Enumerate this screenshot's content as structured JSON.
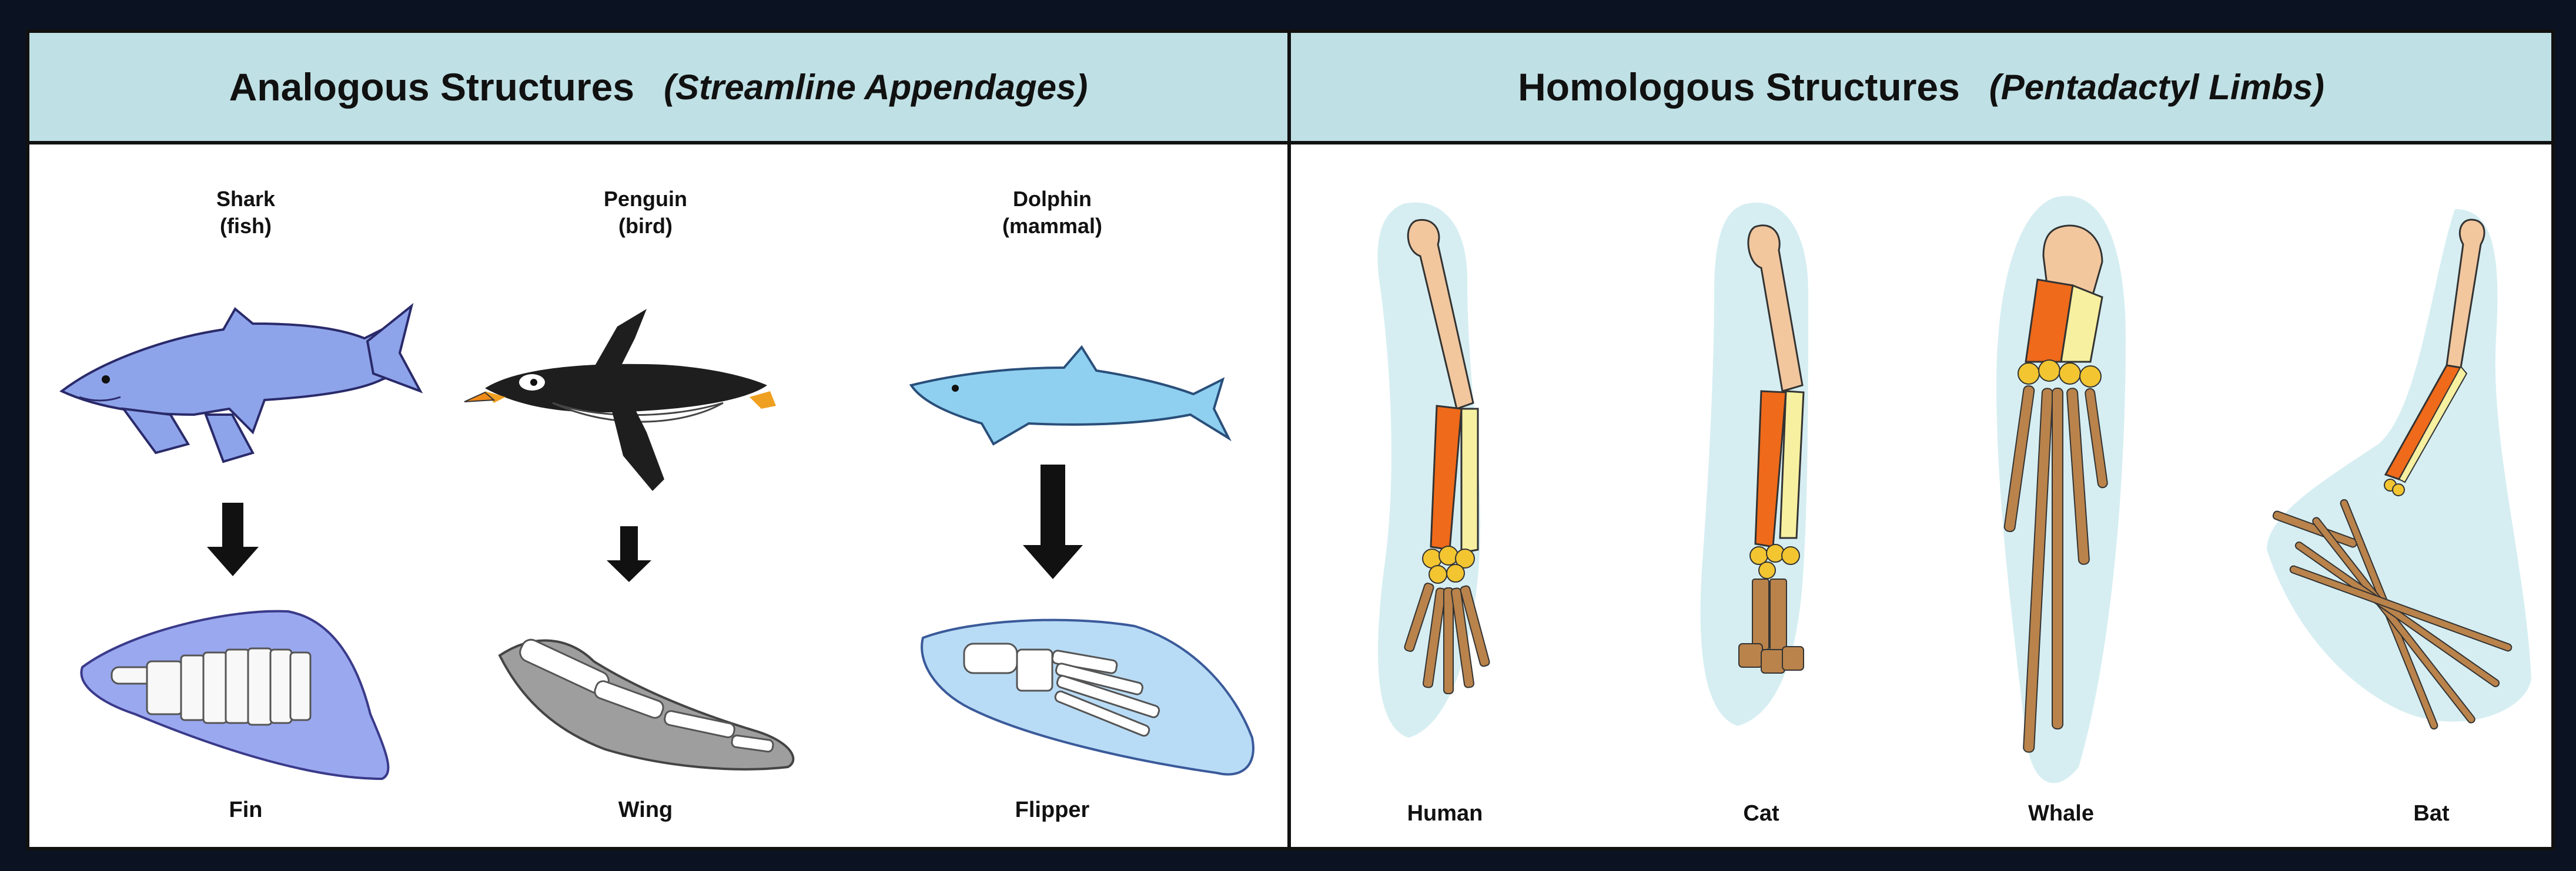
{
  "analogous": {
    "title": "Analogous Structures",
    "subtitle": "(Streamline Appendages)",
    "animals": [
      {
        "name": "Shark",
        "group": "(fish)",
        "structure": "Fin"
      },
      {
        "name": "Penguin",
        "group": "(bird)",
        "structure": "Wing"
      },
      {
        "name": "Dolphin",
        "group": "(mammal)",
        "structure": "Flipper"
      }
    ]
  },
  "homologous": {
    "title": "Homologous Structures",
    "subtitle": "(Pentadactyl Limbs)",
    "limbs": [
      {
        "name": "Human"
      },
      {
        "name": "Cat"
      },
      {
        "name": "Whale"
      },
      {
        "name": "Bat"
      }
    ]
  },
  "colors": {
    "header_bg": "#bfe0e4",
    "humerus": "#f2c79e",
    "radius": "#ef6a1a",
    "ulna": "#f6f0a0",
    "carpals": "#f2c531",
    "phalanges": "#b9834b",
    "limb_halo": "#d6eef2",
    "shark": "#8ea4ea",
    "dolphin": "#8fd0f0",
    "fin_bg": "#9aa8f0",
    "wing_bg": "#9e9e9e",
    "flipper_bg": "#b9dcf6"
  }
}
